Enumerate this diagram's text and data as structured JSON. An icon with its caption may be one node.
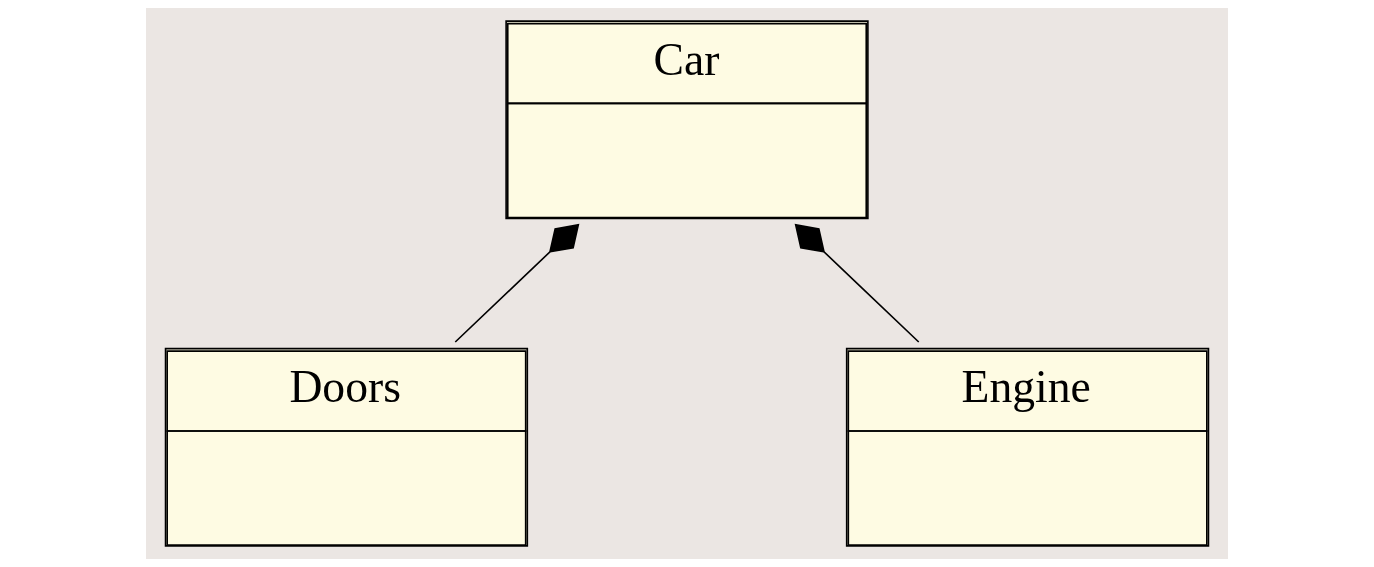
{
  "diagram": {
    "nodes": [
      {
        "text": [
          "Car"
        ]
      },
      {
        "text": [
          "Doors"
        ]
      },
      {
        "text": [
          "Engine"
        ]
      }
    ],
    "edges": [
      {
        "from": 0,
        "to": 1,
        "arrow": "other"
      },
      {
        "from": 0,
        "to": 2,
        "arrow": "other"
      }
    ]
  }
}
